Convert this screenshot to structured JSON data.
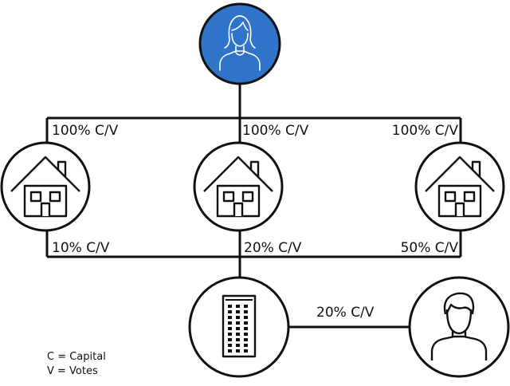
{
  "colors": {
    "owner_fill": "#2f74c9",
    "stroke": "#111111",
    "background": "#ffffff"
  },
  "nodes": {
    "owner": {
      "icon": "woman-icon"
    },
    "house_left": {
      "icon": "house-icon"
    },
    "house_center": {
      "icon": "house-icon"
    },
    "house_right": {
      "icon": "house-icon"
    },
    "company": {
      "icon": "office-building-icon"
    },
    "person": {
      "icon": "man-icon"
    }
  },
  "edges": {
    "owner_to_house_left": "100% C/V",
    "owner_to_house_center": "100% C/V",
    "owner_to_house_right": "100% C/V",
    "house_left_to_company": "10% C/V",
    "house_center_to_company": "20% C/V",
    "house_right_to_company": "50% C/V",
    "person_to_company": "20% C/V"
  },
  "legend": {
    "capital": "C = Capital",
    "votes": "V = Votes"
  }
}
